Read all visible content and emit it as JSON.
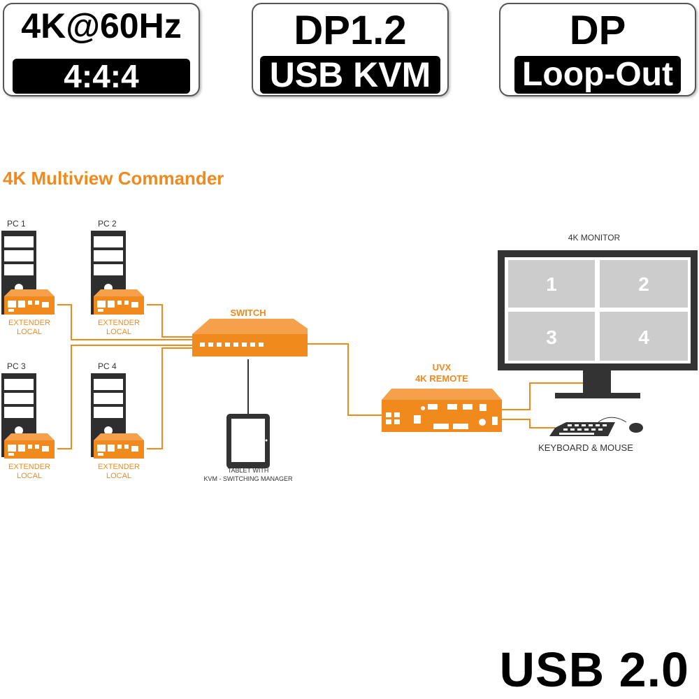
{
  "badges": [
    {
      "top": "4K@60Hz",
      "bottom": "4:4:4"
    },
    {
      "top": "DP1.2",
      "bottom": "USB KVM"
    },
    {
      "top": "DP",
      "bottom": "Loop-Out"
    }
  ],
  "title": "4K Multiview Commander",
  "pcs": [
    {
      "label": "PC 1",
      "ext1": "EXTENDER",
      "ext2": "LOCAL"
    },
    {
      "label": "PC 2",
      "ext1": "EXTENDER",
      "ext2": "LOCAL"
    },
    {
      "label": "PC 3",
      "ext1": "EXTENDER",
      "ext2": "LOCAL"
    },
    {
      "label": "PC 4",
      "ext1": "EXTENDER",
      "ext2": "LOCAL"
    }
  ],
  "switch_label": "SWITCH",
  "remote_label1": "UVX",
  "remote_label2": "4K REMOTE",
  "tablet_label1": "TABLET WITH",
  "tablet_label2": "KVM - SWITCHING MANAGER",
  "monitor_label": "4K MONITOR",
  "monitor_panes": [
    "1",
    "2",
    "3",
    "4"
  ],
  "kbd_label": "KEYBOARD & MOUSE",
  "footer": "USB 2.0",
  "colors": {
    "accent": "#f08a1c",
    "dark": "#333333",
    "pane": "#cccccc"
  }
}
